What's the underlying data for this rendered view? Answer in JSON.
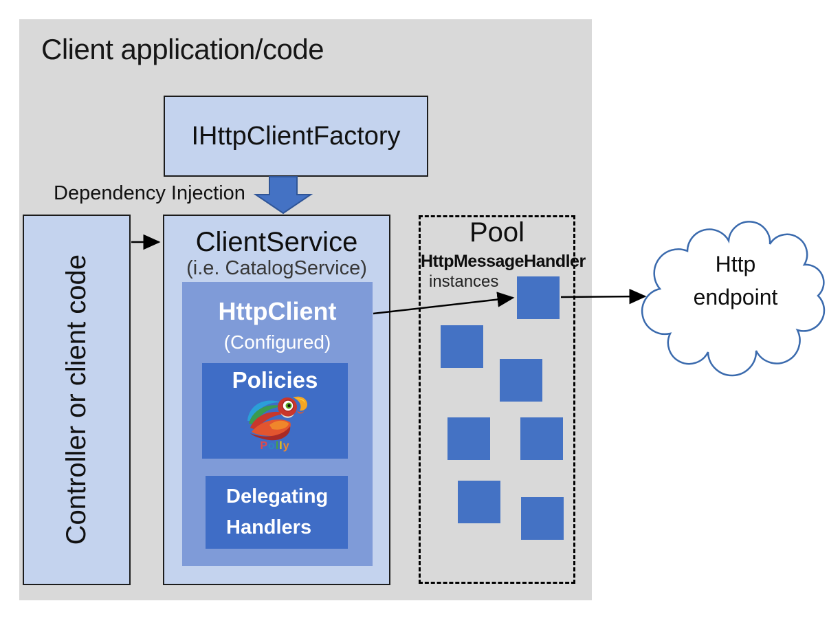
{
  "title": "Client application/code",
  "factory": {
    "label": "IHttpClientFactory"
  },
  "dependency_injection": {
    "label": "Dependency Injection"
  },
  "controller": {
    "label": "Controller or client code"
  },
  "client_service": {
    "title": "ClientService",
    "subtitle": "(i.e. CatalogService)"
  },
  "http_client": {
    "title": "HttpClient",
    "subtitle": "(Configured)"
  },
  "policies": {
    "title": "Policies",
    "logo": {
      "icon": "polly-parrot-logo",
      "letters": [
        "P",
        "o",
        "l",
        "l",
        "y"
      ]
    }
  },
  "delegating_handlers": {
    "line1": "Delegating",
    "line2": "Handlers"
  },
  "pool": {
    "title": "Pool",
    "type_label": "HttpMessageHandler",
    "caption": "instances",
    "instance_count": 7
  },
  "endpoint": {
    "line1": "Http",
    "line2": "endpoint"
  },
  "colors": {
    "panel_bg": "#d9d9d9",
    "light_blue_box": "#c4d3ee",
    "medium_blue_box": "#7f9bd8",
    "deep_blue_box": "#3f6dc6",
    "accent_square": "#4472c4",
    "thick_arrow_fill": "#4472c4",
    "thick_arrow_border": "#2f5597",
    "cloud_stroke": "#3a6aad",
    "line_arrow": "#000000"
  }
}
